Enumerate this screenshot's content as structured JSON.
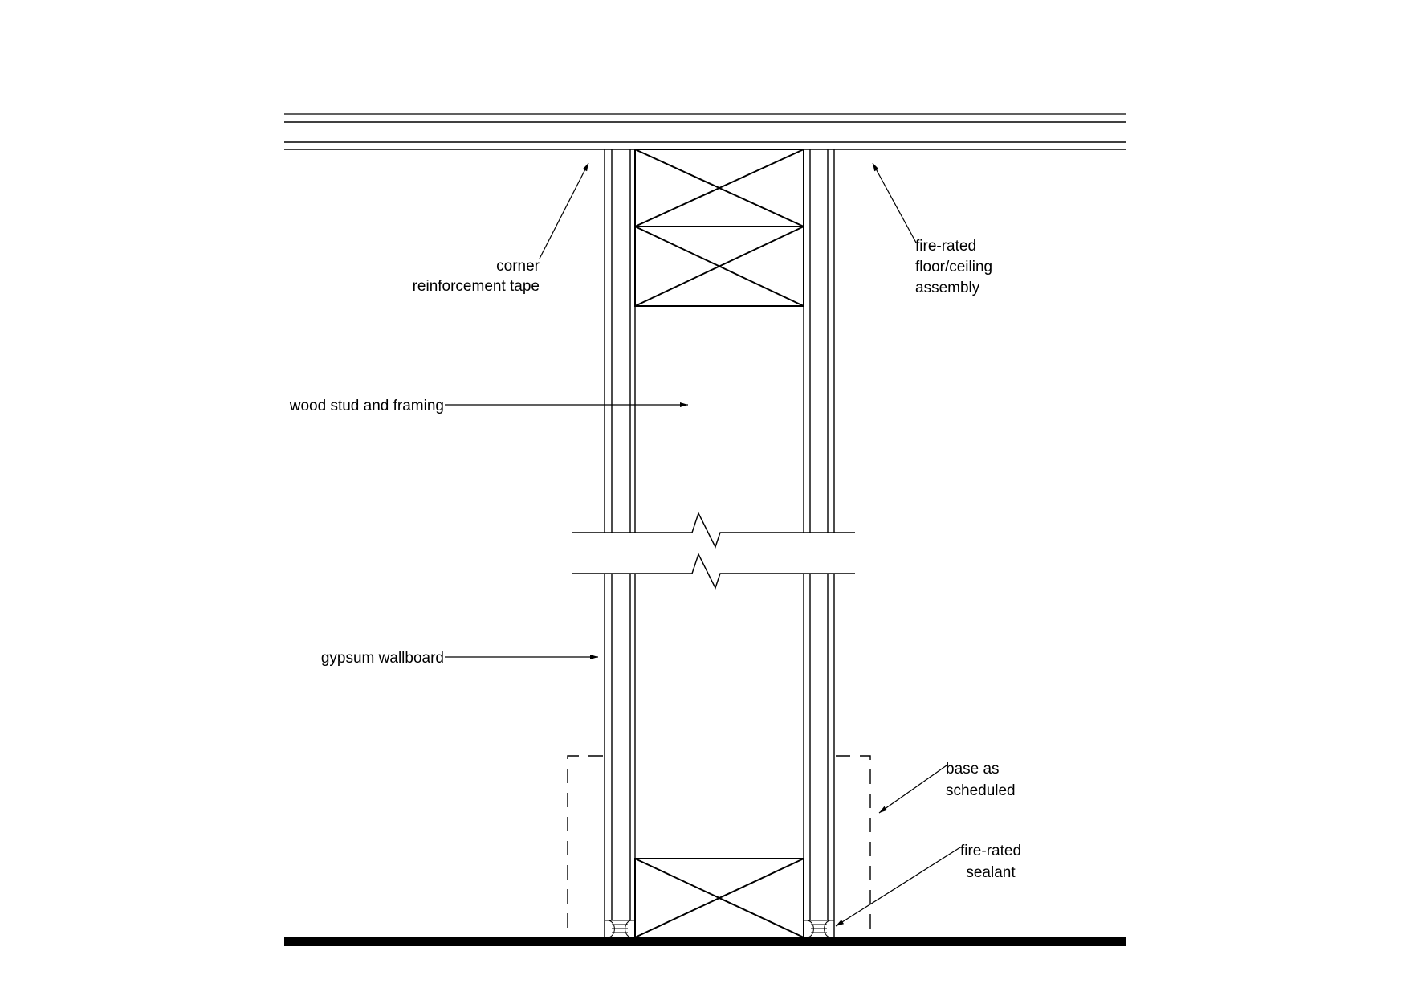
{
  "labels": {
    "corner_tape": [
      "corner",
      "reinforcement tape"
    ],
    "floor_ceiling": [
      "fire-rated",
      "floor/ceiling",
      "assembly"
    ],
    "wood_stud": "wood stud and framing",
    "gypsum": "gypsum wallboard",
    "base": [
      "base as",
      "scheduled"
    ],
    "sealant": [
      "fire-rated",
      "sealant"
    ]
  }
}
